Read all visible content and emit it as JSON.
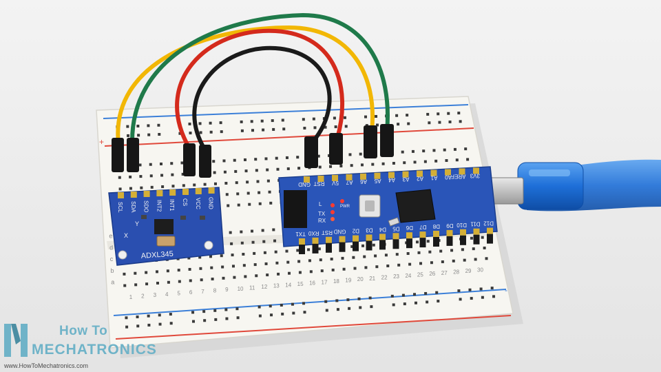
{
  "sensor": {
    "name": "ADXL345",
    "pins": [
      "SCL",
      "SDA",
      "SDO",
      "INT2",
      "INT1",
      "CS",
      "VCC",
      "GND"
    ]
  },
  "arduino": {
    "top_pins": [
      "GND",
      "RST",
      "5V",
      "A7",
      "A6",
      "A5",
      "A4",
      "A3",
      "A2",
      "A1",
      "A0",
      "AREF",
      "3V3"
    ],
    "bottom_pins": [
      "TX1",
      "RX0",
      "RST",
      "GND",
      "D2",
      "D3",
      "D4",
      "D5",
      "D6",
      "D7",
      "D8",
      "D9",
      "D10",
      "D11",
      "D12"
    ],
    "led_labels": [
      "L",
      "PWR",
      "TX",
      "RX"
    ]
  },
  "breadboard": {
    "column_numbers": [
      "1",
      "2",
      "3",
      "4",
      "5",
      "6",
      "7",
      "8",
      "9",
      "10",
      "11",
      "12",
      "13",
      "14",
      "15",
      "16",
      "17",
      "18",
      "19",
      "20",
      "21",
      "22",
      "23",
      "24",
      "25",
      "26",
      "27",
      "28",
      "29",
      "30"
    ],
    "row_letters": [
      "a",
      "b",
      "c",
      "d",
      "e"
    ],
    "rail_plus": "+",
    "rail_minus": "-"
  },
  "watermark": {
    "line1": "How To",
    "line2": "MECHATRONICS",
    "url": "www.HowToMechatronics.com"
  },
  "colors": {
    "wire_yellow": "#f2b705",
    "wire_green": "#1f7a4a",
    "wire_red": "#d42a1c",
    "wire_black": "#1a1a1a",
    "pcb_blue": "#2a55b8",
    "usb_cable": "#1e6fd8"
  }
}
